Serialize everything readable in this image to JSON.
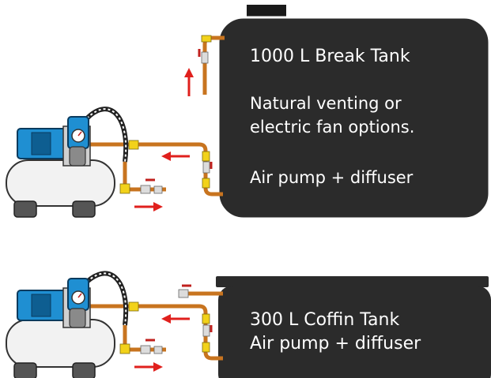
{
  "tank_top": {
    "title": "1000 L Break Tank",
    "line_1": "Natural venting or",
    "line_2": "electric fan options.",
    "line_3": "Air pump + diffuser"
  },
  "tank_bottom": {
    "title": "300 L Coffin Tank",
    "line_1": "Air pump + diffuser"
  },
  "colors": {
    "tank_fill": "#2b2b2b",
    "tank_edge": "#ffffff",
    "pipe_copper": "#c8741f",
    "fitting_yellow": "#f2d21a",
    "pump_blue": "#1f8fd2",
    "pressure_tank": "#f2f2f2",
    "flow_arrow": "#e0201d"
  }
}
